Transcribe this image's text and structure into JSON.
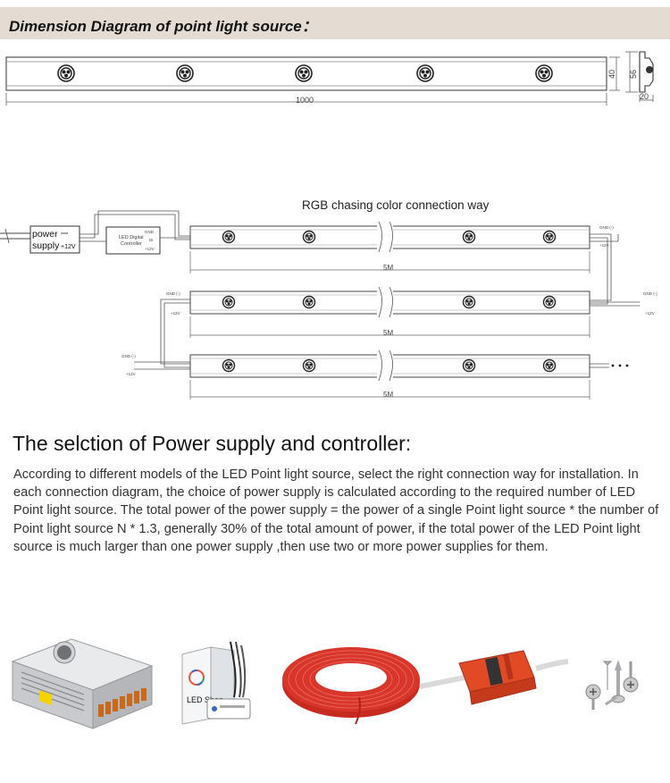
{
  "header": {
    "title": "Dimension Diagram of point light source："
  },
  "dimension_diagram": {
    "length_label": "1000",
    "height_label": "40",
    "profile_height_label": "56",
    "profile_width_label": "20"
  },
  "connection_diagram": {
    "title": "RGB chasing color  connection way",
    "power_supply": {
      "line1": "power",
      "line2": "supply",
      "voltage": "+12V"
    },
    "controller": {
      "line1": "LED Digital",
      "line2": "Controller",
      "gnd": "GND",
      "di": "DI",
      "v12": "+12V"
    },
    "gnd_label": "GND (-)",
    "v12_label": "+12V",
    "strip_length": "5M"
  },
  "section": {
    "heading": "The selction of Power supply and controller:",
    "body": "According to different models of the LED Point light source, select the right connection way for installation. In each connection diagram, the choice of power supply is calculated according to the required number of LED Point light source. The total power of the power supply = the power of a  single Point light source  * the number of Point light source N * 1.3, generally 30% of the total amount of power, if the total power of the LED Point light source is much larger than one power supply ,then use two or more power supplies for them."
  },
  "products": {
    "items": [
      {
        "name": "power-supply-unit"
      },
      {
        "name": "led-controller-box",
        "brand_label": "LED Shop"
      },
      {
        "name": "red-black-wire-coil"
      },
      {
        "name": "wire-connector"
      },
      {
        "name": "screws"
      }
    ]
  }
}
